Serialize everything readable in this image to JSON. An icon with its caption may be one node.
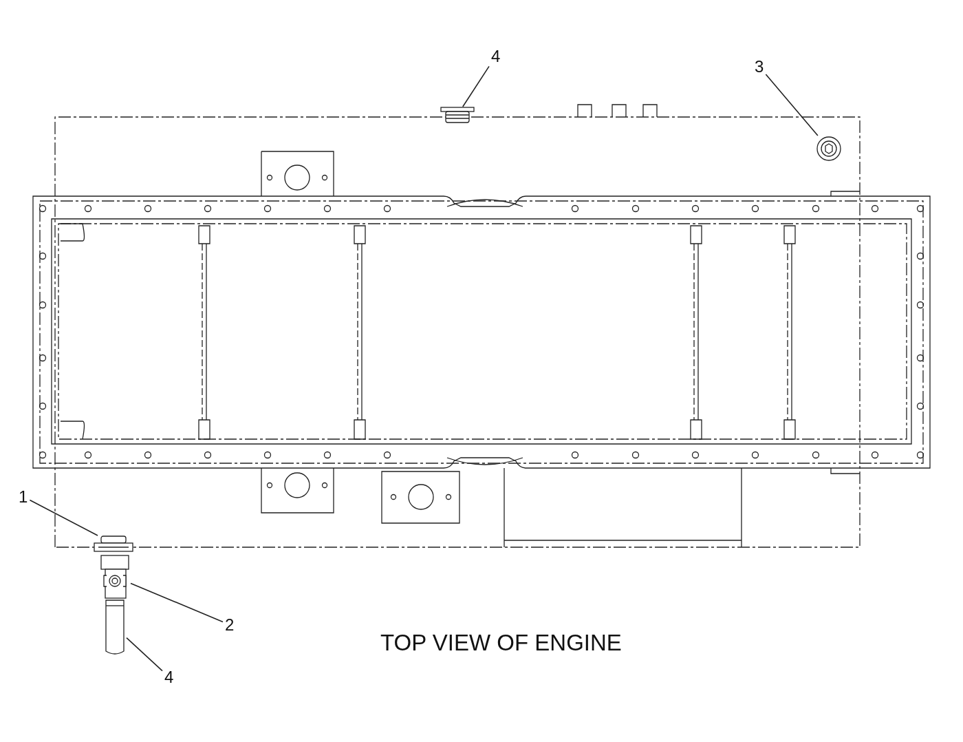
{
  "diagram": {
    "caption": "TOP VIEW OF ENGINE",
    "nodes": [
      {
        "text": [
          "4"
        ]
      },
      {
        "text": [],
        "shape": "picture"
      },
      {
        "text": [
          "3"
        ]
      },
      {
        "text": [],
        "shape": "picture"
      },
      {
        "text": [
          "1"
        ]
      },
      {
        "text": [],
        "shape": "picture"
      },
      {
        "text": [
          "2"
        ]
      },
      {
        "text": [],
        "shape": "picture"
      },
      {
        "text": [
          "4"
        ]
      },
      {
        "text": [],
        "shape": "picture"
      }
    ],
    "edges": [
      {
        "from": 0,
        "to": 1,
        "arrow": "none"
      },
      {
        "from": 2,
        "to": 3,
        "arrow": "none"
      },
      {
        "from": 4,
        "to": 5,
        "arrow": "none"
      },
      {
        "from": 6,
        "to": 7,
        "arrow": "none"
      },
      {
        "from": 8,
        "to": 9,
        "arrow": "none"
      }
    ]
  }
}
